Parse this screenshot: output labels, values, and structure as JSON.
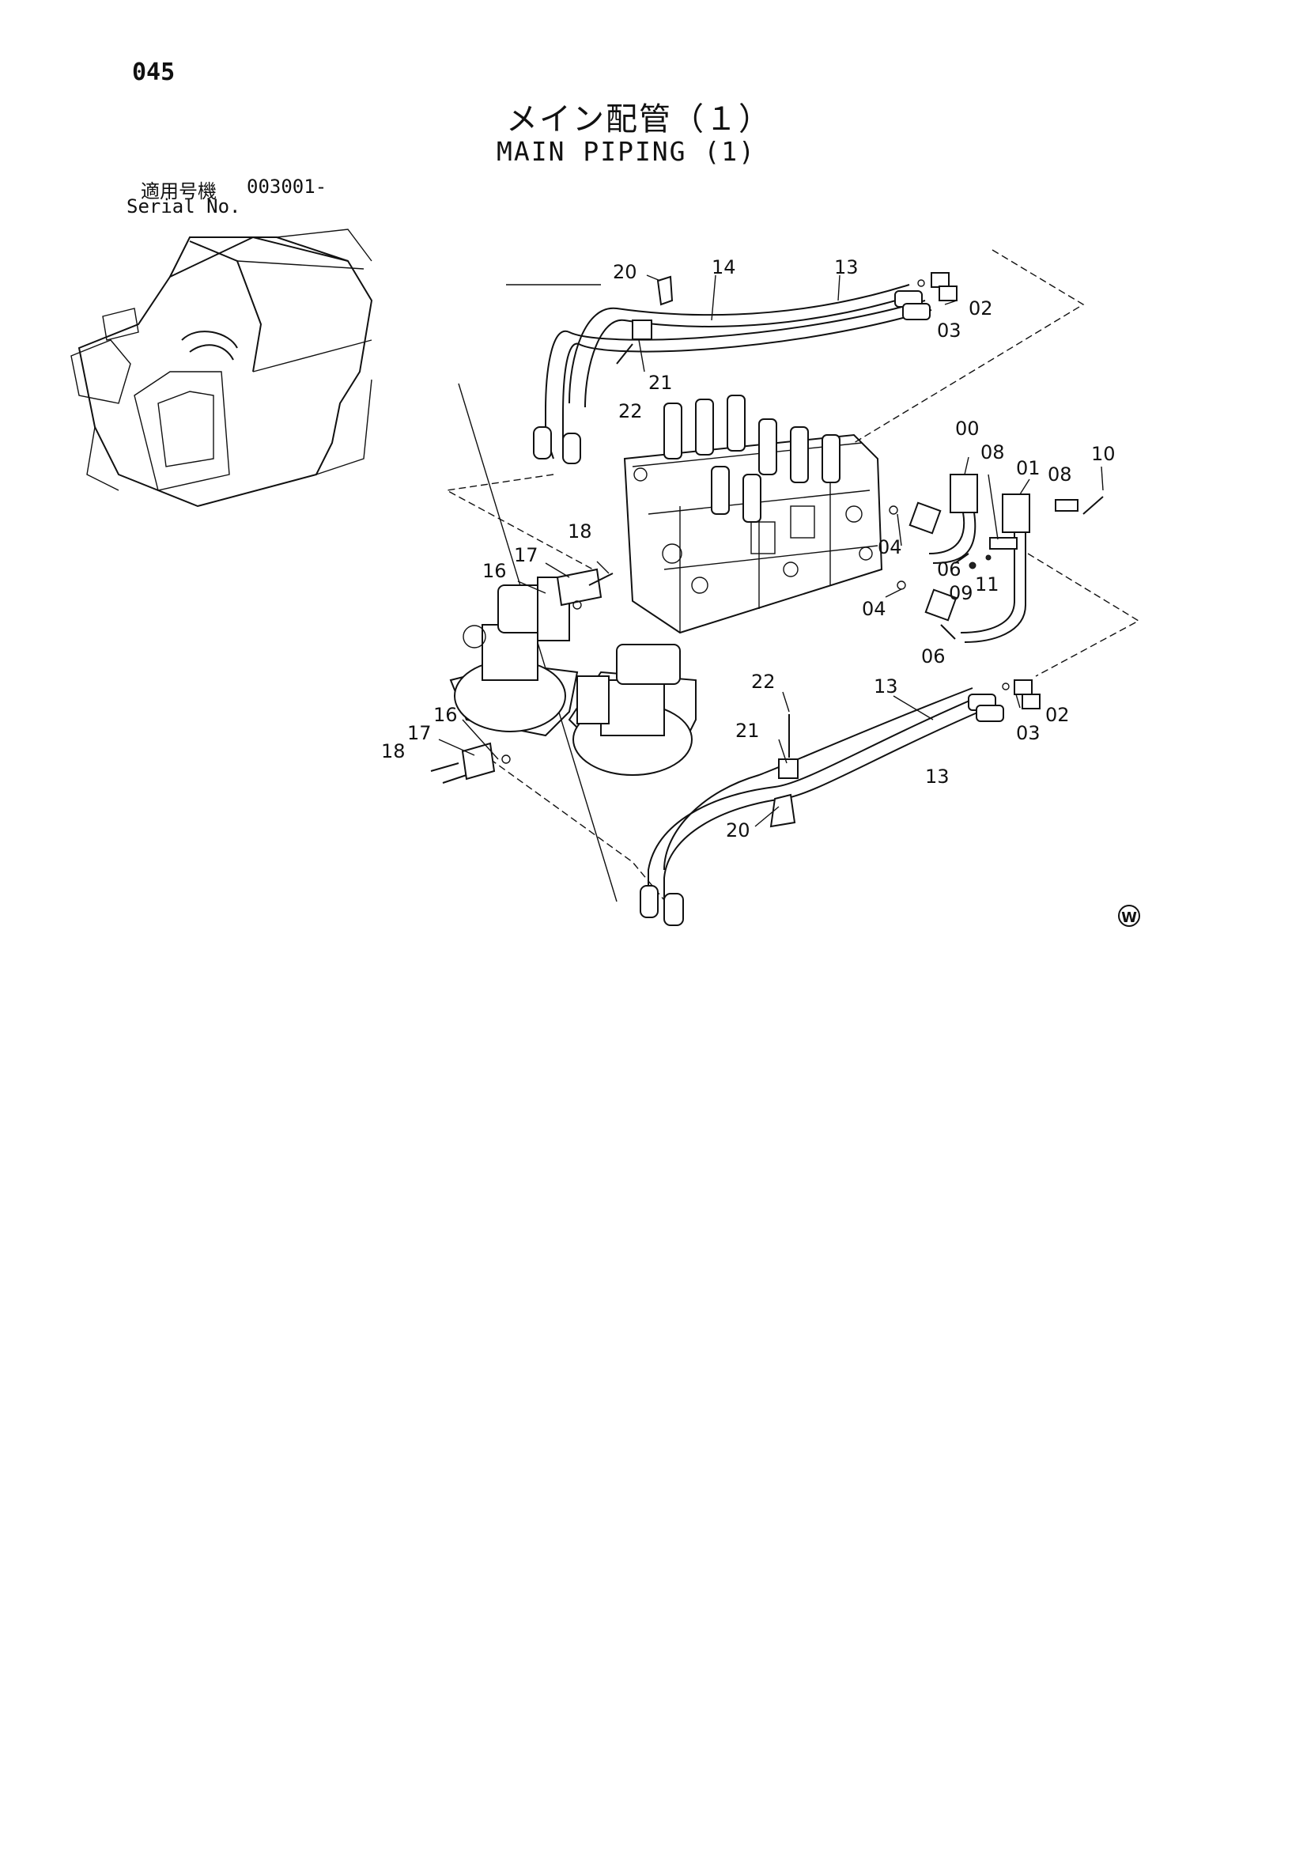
{
  "page": {
    "number": "045",
    "title_ja": "メイン配管（１）",
    "title_en": "MAIN PIPING (1)",
    "serial_label_ja": "適用号機",
    "serial_value": "003001-",
    "serial_label_en": "Serial No."
  },
  "callouts": [
    {
      "id": "c20a",
      "text": "20"
    },
    {
      "id": "c14",
      "text": "14"
    },
    {
      "id": "c13a",
      "text": "13"
    },
    {
      "id": "c02a",
      "text": "02"
    },
    {
      "id": "c03a",
      "text": "03"
    },
    {
      "id": "c21a",
      "text": "21"
    },
    {
      "id": "c22a",
      "text": "22"
    },
    {
      "id": "c00",
      "text": "00"
    },
    {
      "id": "c08a",
      "text": "08"
    },
    {
      "id": "c01",
      "text": "01"
    },
    {
      "id": "c08b",
      "text": "08"
    },
    {
      "id": "c10",
      "text": "10"
    },
    {
      "id": "c18a",
      "text": "18"
    },
    {
      "id": "c17a",
      "text": "17"
    },
    {
      "id": "c16a",
      "text": "16"
    },
    {
      "id": "c04a",
      "text": "04"
    },
    {
      "id": "c06a",
      "text": "06"
    },
    {
      "id": "c09",
      "text": "09"
    },
    {
      "id": "c11",
      "text": "11"
    },
    {
      "id": "c04b",
      "text": "04"
    },
    {
      "id": "c06b",
      "text": "06"
    },
    {
      "id": "c22b",
      "text": "22"
    },
    {
      "id": "c13b",
      "text": "13"
    },
    {
      "id": "c03b",
      "text": "03"
    },
    {
      "id": "c02b",
      "text": "02"
    },
    {
      "id": "c16b",
      "text": "16"
    },
    {
      "id": "c17b",
      "text": "17"
    },
    {
      "id": "c18b",
      "text": "18"
    },
    {
      "id": "c21b",
      "text": "21"
    },
    {
      "id": "c13c",
      "text": "13"
    },
    {
      "id": "c20b",
      "text": "20"
    }
  ],
  "watermark": "W"
}
